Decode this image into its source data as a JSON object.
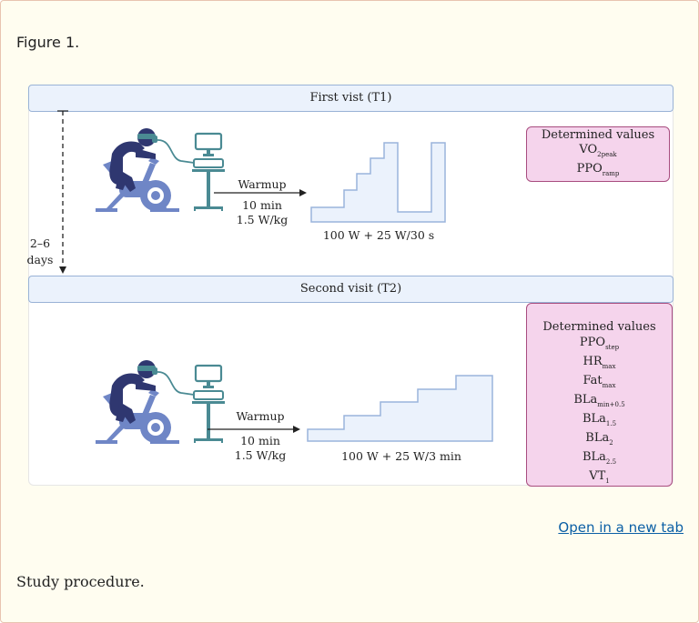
{
  "figure": {
    "title": "Figure 1.",
    "caption": "Study procedure.",
    "open_link": "Open in a new tab",
    "interval": {
      "line1": "2–6",
      "line2": "days"
    },
    "visits": [
      {
        "header": "First vist (T1)",
        "warmup": {
          "label": "Warmup",
          "duration": "10 min",
          "intensity": "1.5 W/kg"
        },
        "protocol": "100 W + 25 W/30 s",
        "values_title": "Determined values",
        "values": [
          {
            "base": "VO",
            "sub": "2peak"
          },
          {
            "base": "PPO",
            "sub": "ramp"
          }
        ]
      },
      {
        "header": "Second visit (T2)",
        "warmup": {
          "label": "Warmup",
          "duration": "10 min",
          "intensity": "1.5 W/kg"
        },
        "protocol": "100 W + 25 W/3 min",
        "values_title": "Determined values",
        "values": [
          {
            "base": "PPO",
            "sub": "step"
          },
          {
            "base": "HR",
            "sub": "max"
          },
          {
            "base": "Fat",
            "sub": "max"
          },
          {
            "base": "BLa",
            "sub": "min+0.5"
          },
          {
            "base": "BLa",
            "sub": "1.5"
          },
          {
            "base": "BLa",
            "sub": "2"
          },
          {
            "base": "BLa",
            "sub": "2.5"
          },
          {
            "base": "VT",
            "sub": "1"
          }
        ]
      }
    ],
    "colors": {
      "rider": "#2f3770",
      "bike": "#6f86c6",
      "equipment": "#4a8a93",
      "step_fill": "#ebf2fc",
      "step_stroke": "#9ab4dc",
      "values_fill": "#f5d4ec",
      "values_stroke": "#a84d7f",
      "link": "#0b5fa5"
    }
  }
}
